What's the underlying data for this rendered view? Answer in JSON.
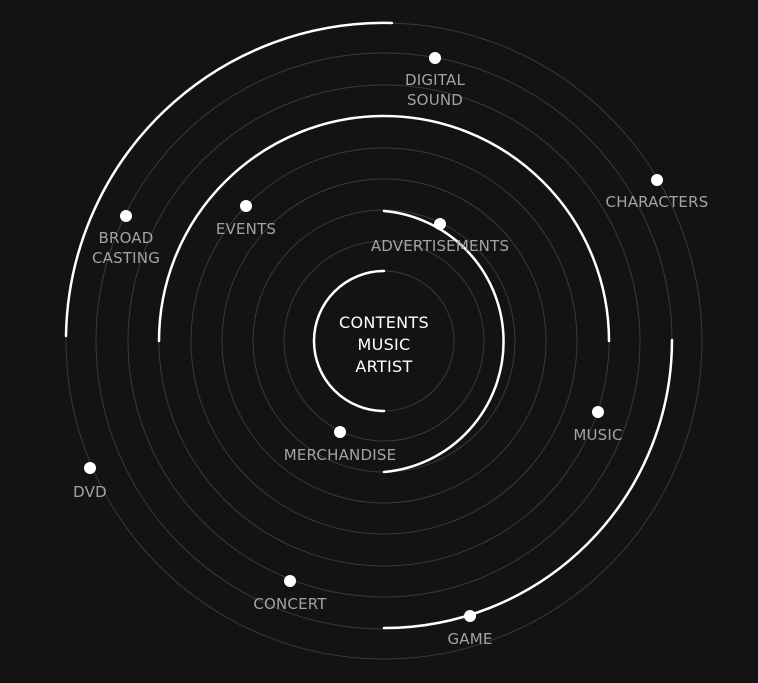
{
  "center": {
    "lines": [
      "CONTENTS",
      "MUSIC",
      "ARTIST"
    ]
  },
  "nodes": [
    {
      "id": "digital-sound",
      "lines": [
        "DIGITAL",
        "SOUND"
      ]
    },
    {
      "id": "characters",
      "lines": [
        "CHARACTERS"
      ]
    },
    {
      "id": "broadcasting",
      "lines": [
        "BROAD",
        "CASTING"
      ]
    },
    {
      "id": "events",
      "lines": [
        "EVENTS"
      ]
    },
    {
      "id": "advertisements",
      "lines": [
        "ADVERTISEMENTS"
      ]
    },
    {
      "id": "music",
      "lines": [
        "MUSIC"
      ]
    },
    {
      "id": "merchandise",
      "lines": [
        "MERCHANDISE"
      ]
    },
    {
      "id": "dvd",
      "lines": [
        "DVD"
      ]
    },
    {
      "id": "concert",
      "lines": [
        "CONCERT"
      ]
    },
    {
      "id": "game",
      "lines": [
        "GAME"
      ]
    }
  ],
  "colors": {
    "background": "#131313",
    "ring": "#3a3a3a",
    "arc": "#ffffff",
    "dot": "#ffffff",
    "label": "#a3a3a3",
    "center_text": "#ffffff"
  }
}
